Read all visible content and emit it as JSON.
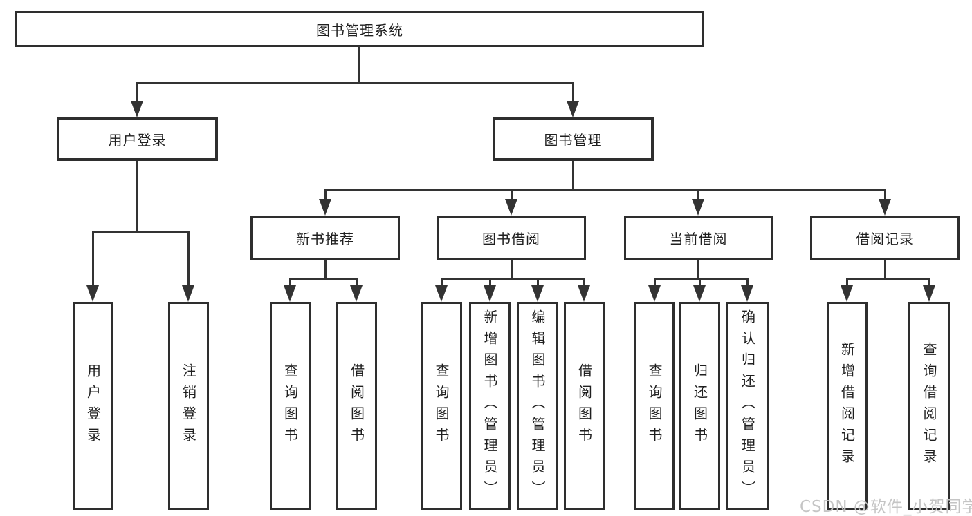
{
  "diagram_type": "hierarchy-flowchart",
  "colors": {
    "line": "#333333",
    "box_border": "#2e2e2e",
    "text": "#1f1f1f",
    "background": "#ffffff",
    "watermark": "#c5c5c5"
  },
  "tree": {
    "label": "图书管理系统",
    "children": [
      {
        "label": "用户登录",
        "children": [
          {
            "label": "用户登录"
          },
          {
            "label": "注销登录"
          }
        ]
      },
      {
        "label": "图书管理",
        "children": [
          {
            "label": "新书推荐",
            "children": [
              {
                "label": "查询图书"
              },
              {
                "label": "借阅图书"
              }
            ]
          },
          {
            "label": "图书借阅",
            "children": [
              {
                "label": "查询图书"
              },
              {
                "label": "新增图书（管理员）"
              },
              {
                "label": "编辑图书（管理员）"
              },
              {
                "label": "借阅图书"
              }
            ]
          },
          {
            "label": "当前借阅",
            "children": [
              {
                "label": "查询图书"
              },
              {
                "label": "归还图书"
              },
              {
                "label": "确认归还（管理员）"
              }
            ]
          },
          {
            "label": "借阅记录",
            "children": [
              {
                "label": "新增借阅记录"
              },
              {
                "label": "查询借阅记录"
              }
            ]
          }
        ]
      }
    ]
  },
  "watermark": {
    "text": "CSDN @软件_小贺同学"
  }
}
